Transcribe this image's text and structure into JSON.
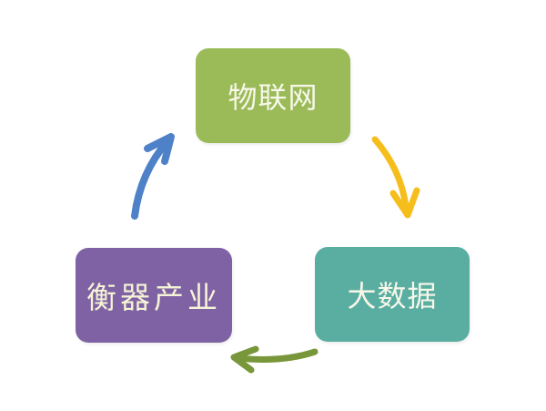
{
  "diagram": {
    "type": "cycle",
    "nodes": [
      {
        "id": "iot",
        "label": "物联网",
        "color": "#9bbb59"
      },
      {
        "id": "bigdata",
        "label": "大数据",
        "color": "#5aaea1"
      },
      {
        "id": "weighing",
        "label": "衡器产业",
        "color": "#7f62a3"
      }
    ],
    "edges": [
      {
        "from": "iot",
        "to": "bigdata",
        "color": "#f6be1c"
      },
      {
        "from": "bigdata",
        "to": "weighing",
        "color": "#78963a"
      },
      {
        "from": "weighing",
        "to": "iot",
        "color": "#4f81c9"
      }
    ]
  }
}
